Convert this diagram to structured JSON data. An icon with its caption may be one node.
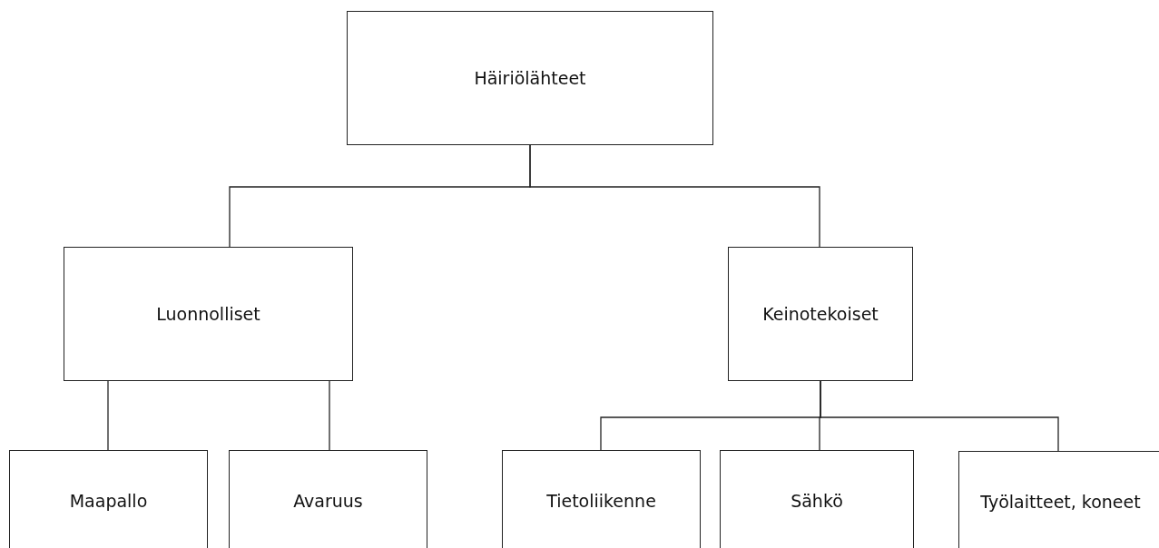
{
  "diagram": {
    "nodes": [
      {
        "text": [
          "Häiriölähteet"
        ]
      },
      {
        "text": [
          "Luonnolliset"
        ]
      },
      {
        "text": [
          "Keinotekoiset"
        ]
      },
      {
        "text": [
          "Maapallo"
        ]
      },
      {
        "text": [
          "Avaruus"
        ]
      },
      {
        "text": [
          "Tietoliikenne"
        ]
      },
      {
        "text": [
          "Sähkö"
        ]
      },
      {
        "text": [
          "Työlaitteet, koneet"
        ]
      }
    ],
    "edges": [
      {
        "from": 0,
        "to": 1,
        "arrow": "none"
      },
      {
        "from": 0,
        "to": 2,
        "arrow": "none"
      },
      {
        "from": 1,
        "to": 3,
        "arrow": "none"
      },
      {
        "from": 1,
        "to": 4,
        "arrow": "none"
      },
      {
        "from": 2,
        "to": 5,
        "arrow": "none"
      },
      {
        "from": 2,
        "to": 6,
        "arrow": "none"
      },
      {
        "from": 2,
        "to": 7,
        "arrow": "none"
      }
    ]
  }
}
